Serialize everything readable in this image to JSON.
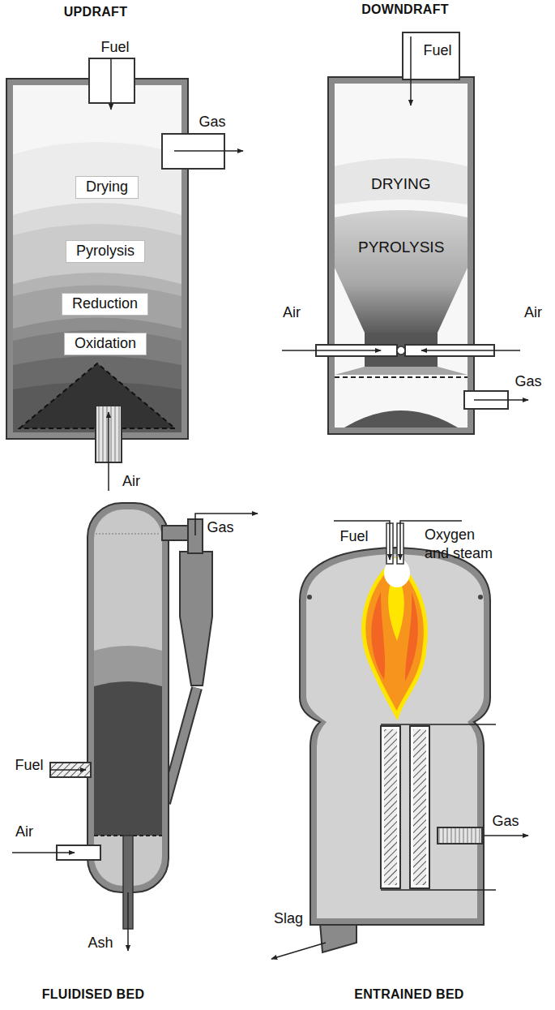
{
  "diagram": {
    "nodes": [
      {
        "text": [
          "UPDRAFT"
        ]
      },
      {
        "text": [
          "Drying"
        ],
        "in": 0
      },
      {
        "text": [
          "Pyrolysis"
        ],
        "in": 0
      },
      {
        "text": [
          "Reduction"
        ],
        "in": 0
      },
      {
        "text": [
          "Oxidation"
        ],
        "in": 0
      },
      {
        "text": [
          "DOWNDRAFT"
        ]
      },
      {
        "text": [
          "DRYING"
        ],
        "in": 5
      },
      {
        "text": [
          "PYROLYSIS"
        ],
        "in": 5
      },
      {
        "text": [
          "FLUIDISED BED"
        ]
      },
      {
        "text": [
          "ENTRAINED BED"
        ]
      }
    ],
    "labels": [
      "Fuel",
      "Gas",
      "Air",
      "Fuel",
      "Air",
      "Air",
      "Gas",
      "Gas",
      "Fuel",
      "Air",
      "Ash",
      "Fuel",
      "Oxygen and steam",
      "Gas",
      "Slag"
    ]
  }
}
